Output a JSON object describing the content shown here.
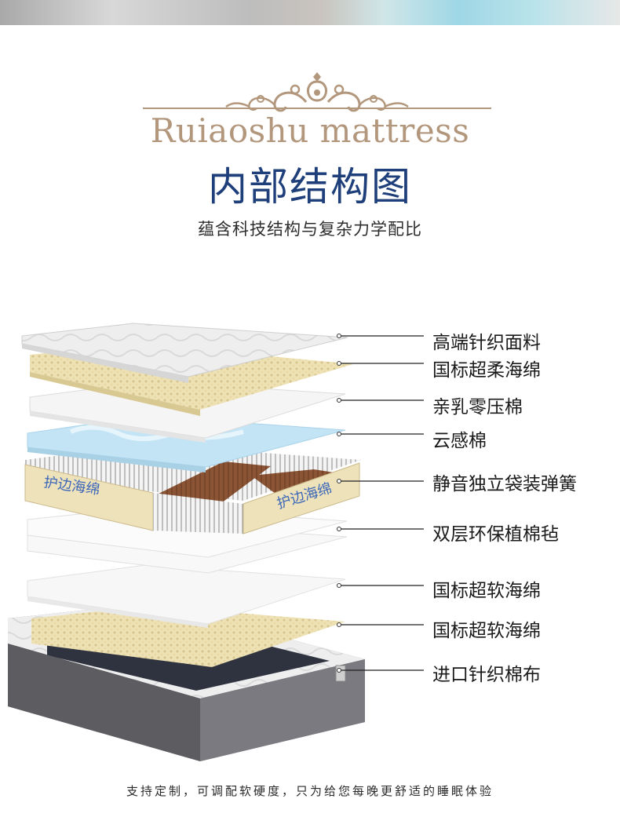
{
  "brand": "Ruiaoshu mattress",
  "title": "内部结构图",
  "subtitle": "蕴含科技结构与复杂力学配比",
  "layers": [
    "高端针织面料",
    "国标超柔海绵",
    "亲乳零压棉",
    "云感棉",
    "静音独立袋装弹簧",
    "双层环保植棉毡",
    "国标超软海绵",
    "国标超软海绵",
    "进口针织棉布"
  ],
  "edge_label": "护边海绵",
  "footer": "支持定制，可调配软硬度，只为给您每晚更舒适的睡眠体验",
  "colors": {
    "title": "#1e3f7a",
    "brand": "#b3977d",
    "foam": "#eee1b4",
    "cloud": "#bfe3f4",
    "spring_core": "#8b5535",
    "base": "#6b6b6f"
  }
}
